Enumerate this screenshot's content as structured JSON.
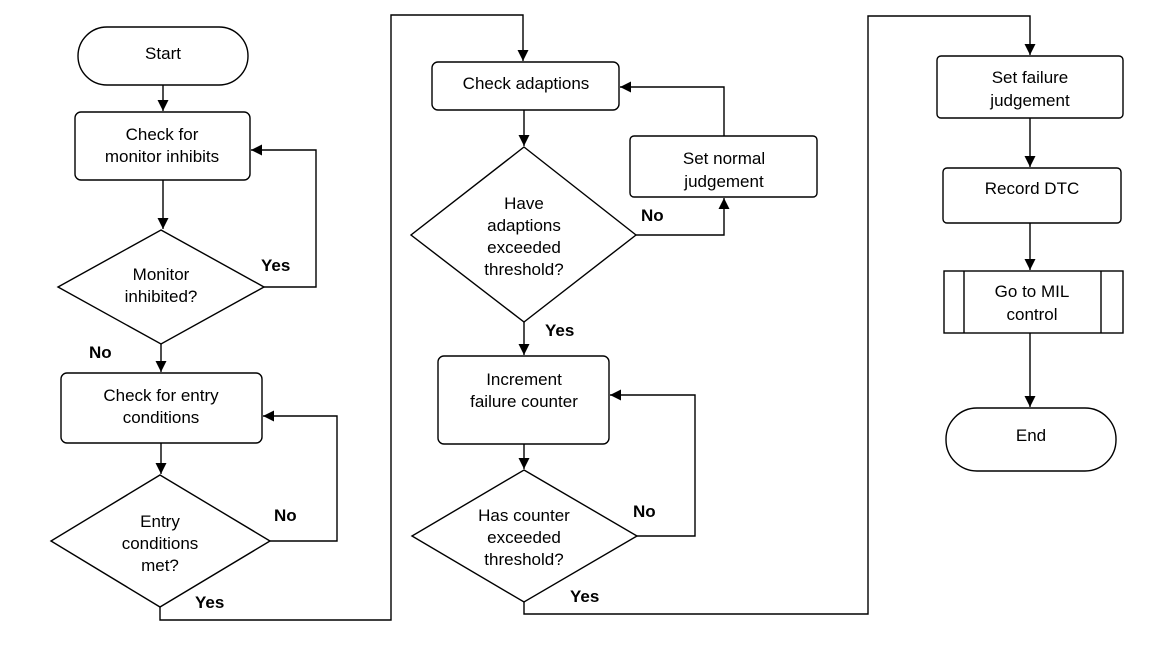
{
  "nodes": {
    "start": "Start",
    "check_inhibits": [
      "Check for",
      "monitor inhibits"
    ],
    "monitor_inhibited": [
      "Monitor",
      "inhibited?"
    ],
    "check_entry": [
      "Check for entry",
      "conditions"
    ],
    "entry_met": [
      "Entry",
      "conditions",
      "met?"
    ],
    "check_adaptions": "Check adaptions",
    "set_normal": [
      "Set normal",
      "judgement"
    ],
    "adaptions_exceeded": [
      "Have",
      "adaptions",
      "exceeded",
      "threshold?"
    ],
    "increment_counter": [
      "Increment",
      "failure counter"
    ],
    "counter_exceeded": [
      "Has counter",
      "exceeded",
      "threshold?"
    ],
    "set_failure": [
      "Set failure",
      "judgement"
    ],
    "record_dtc": "Record DTC",
    "goto_mil": [
      "Go to MIL",
      "control"
    ],
    "end": "End"
  },
  "edge_labels": {
    "inhibited_yes": "Yes",
    "inhibited_no": "No",
    "entry_no": "No",
    "entry_yes": "Yes",
    "adaptions_no": "No",
    "adaptions_yes": "Yes",
    "counter_no": "No",
    "counter_yes": "Yes"
  }
}
